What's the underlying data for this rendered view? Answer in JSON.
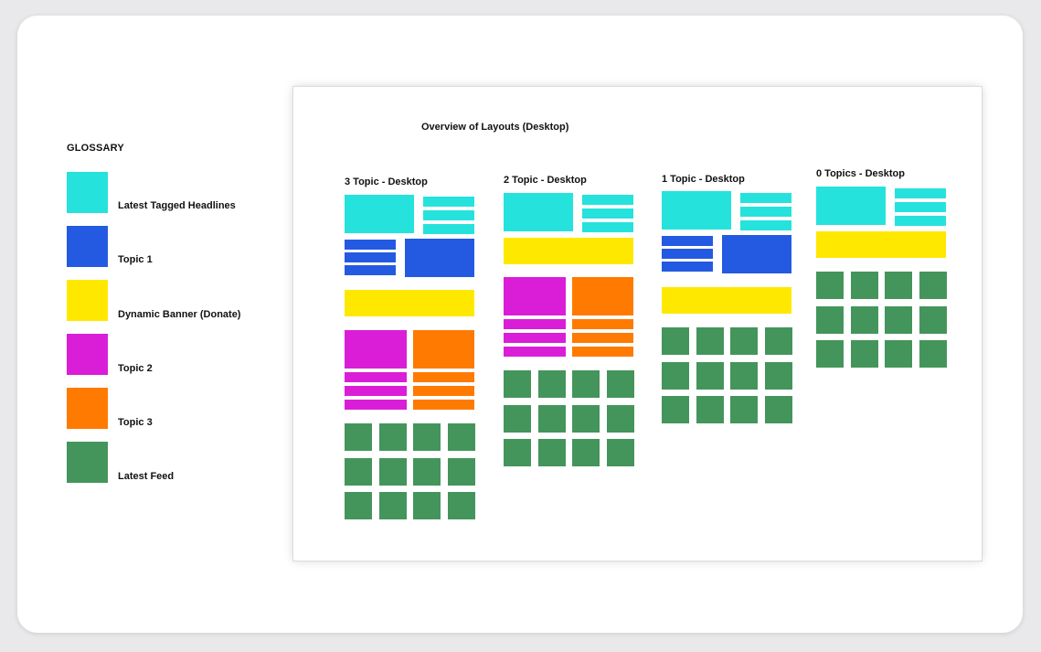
{
  "glossary": {
    "title": "GLOSSARY",
    "items": [
      {
        "label": "Latest Tagged Headlines",
        "color": "#25e2dd"
      },
      {
        "label": "Topic 1",
        "color": "#245ae2"
      },
      {
        "label": "Dynamic Banner (Donate)",
        "color": "#ffe800"
      },
      {
        "label": "Topic 2",
        "color": "#da1ed8"
      },
      {
        "label": "Topic 3",
        "color": "#ff7a00"
      },
      {
        "label": "Latest Feed",
        "color": "#44955b"
      }
    ]
  },
  "overview": {
    "title": "Overview of Layouts (Desktop)",
    "layouts": [
      {
        "title": "3 Topic - Desktop"
      },
      {
        "title": "2 Topic - Desktop"
      },
      {
        "title": "1 Topic - Desktop"
      },
      {
        "title": "0 Topics - Desktop"
      }
    ]
  }
}
